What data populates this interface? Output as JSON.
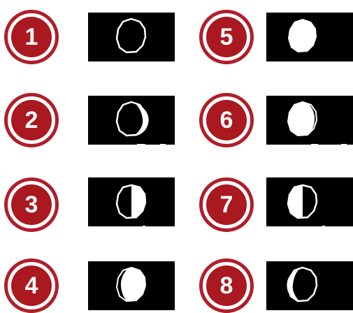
{
  "steps": [
    {
      "number": "1",
      "phase": "new-moon"
    },
    {
      "number": "2",
      "phase": "waxing-crescent"
    },
    {
      "number": "3",
      "phase": "first-quarter"
    },
    {
      "number": "4",
      "phase": "waxing-gibbous"
    },
    {
      "number": "5",
      "phase": "full-moon"
    },
    {
      "number": "6",
      "phase": "waning-gibbous"
    },
    {
      "number": "7",
      "phase": "last-quarter"
    },
    {
      "number": "8",
      "phase": "waning-crescent"
    }
  ],
  "colors": {
    "badge_red": "#a9191f",
    "badge_ring": "#b01e2a",
    "panel_black": "#000000",
    "moon_white": "#ffffff"
  }
}
